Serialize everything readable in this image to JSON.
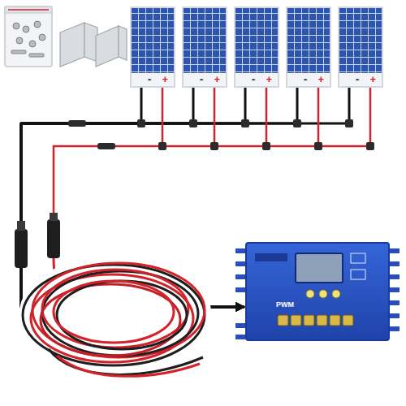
{
  "diagram": {
    "nodes": [
      {
        "text": [
          "-",
          "+"
        ]
      },
      {
        "text": [
          "-",
          "+"
        ]
      },
      {
        "text": [
          "-",
          "+"
        ]
      },
      {
        "text": [
          "-",
          "+"
        ]
      },
      {
        "text": [
          "-",
          "+"
        ]
      },
      {
        "text": [
          "PWM"
        ]
      }
    ],
    "edges": [
      {
        "from": 0,
        "to": 5,
        "arrow": "to"
      },
      {
        "from": 1,
        "to": 5,
        "arrow": "to"
      },
      {
        "from": 2,
        "to": 5,
        "arrow": "to"
      },
      {
        "from": 3,
        "to": 5,
        "arrow": "to"
      },
      {
        "from": 4,
        "to": 5,
        "arrow": "to"
      }
    ]
  }
}
